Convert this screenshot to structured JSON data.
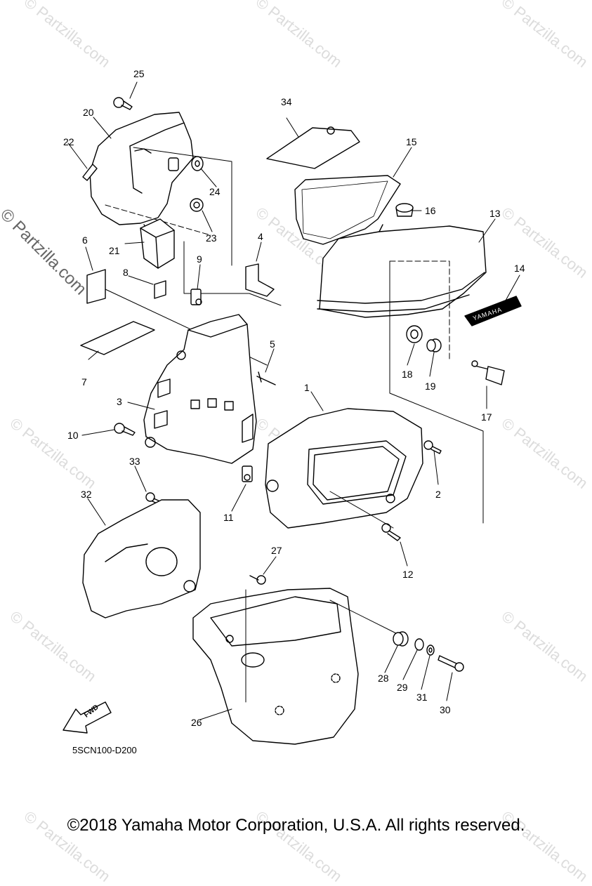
{
  "watermark": "© Partzilla.com",
  "side_watermark": "© Partzilla.com",
  "diagram_code": "5SCN100-D200",
  "copyright": "©2018 Yamaha Motor Corporation, U.S.A. All rights reserved.",
  "brand_label": "YAMAHA",
  "fwd_label": "FWD",
  "callouts": {
    "c1": "1",
    "c2": "2",
    "c3": "3",
    "c4": "4",
    "c5": "5",
    "c6": "6",
    "c7": "7",
    "c8": "8",
    "c9": "9",
    "c10": "10",
    "c11": "11",
    "c12": "12",
    "c13": "13",
    "c14": "14",
    "c15": "15",
    "c16": "16",
    "c17": "17",
    "c18": "18",
    "c19": "19",
    "c20": "20",
    "c21": "21",
    "c22": "22",
    "c23": "23",
    "c24": "24",
    "c25": "25",
    "c26": "26",
    "c27": "27",
    "c28": "28",
    "c29": "29",
    "c30": "30",
    "c31": "31",
    "c32": "32",
    "c33": "33",
    "c34": "34"
  }
}
